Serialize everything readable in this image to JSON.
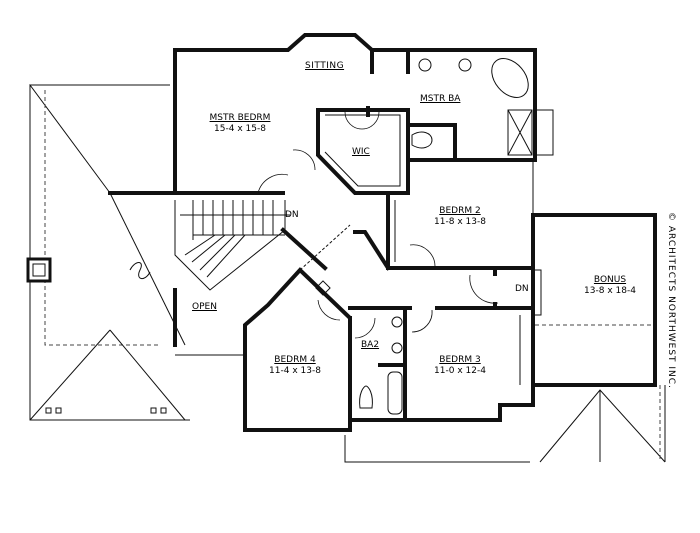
{
  "rooms": {
    "sitting": {
      "name": "SITTING"
    },
    "master_bedroom": {
      "name": "MSTR BEDRM",
      "size": "15-4 x 15-8"
    },
    "master_bath": {
      "name": "MSTR BA"
    },
    "wic": {
      "name": "WIC"
    },
    "bedroom_2": {
      "name": "BEDRM 2",
      "size": "11-8 x 13-8"
    },
    "open": {
      "name": "OPEN"
    },
    "bonus": {
      "name": "BONUS",
      "size": "13-8 x 18-4"
    },
    "bedroom_4": {
      "name": "BEDRM 4",
      "size": "11-4 x 13-8"
    },
    "bath_2": {
      "name": "BA2"
    },
    "bedroom_3": {
      "name": "BEDRM 3",
      "size": "11-0 x 12-4"
    }
  },
  "stairs": {
    "down_label_main": "DN",
    "down_label_bonus": "DN"
  },
  "copyright": "© ARCHITECTS NORTHWEST INC."
}
